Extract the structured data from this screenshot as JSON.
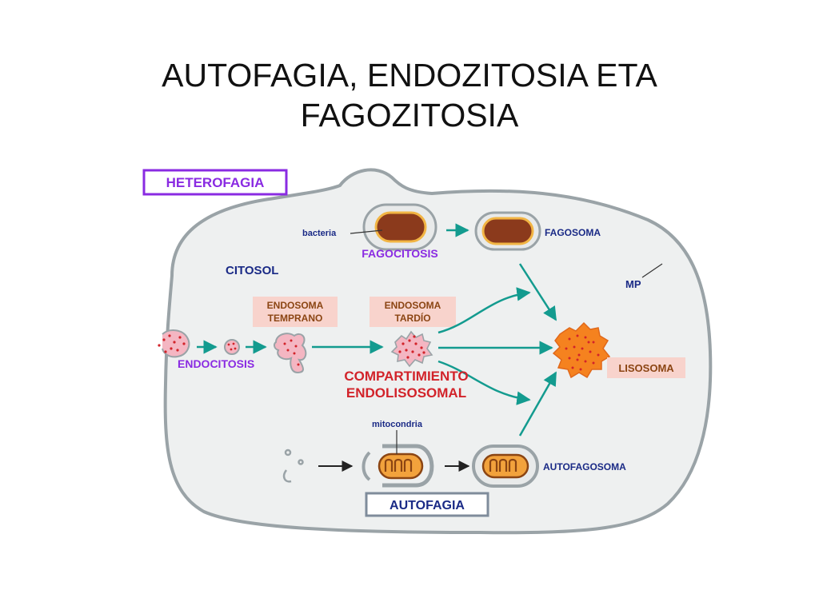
{
  "slide": {
    "title_line1": "AUTOFAGIA, ENDOZITOSIA ETA",
    "title_line2": "FAGOZITOSIA"
  },
  "diagram": {
    "heterofagia": "HETEROFAGIA",
    "bacteria": "bacteria",
    "fagocitosis": "FAGOCITOSIS",
    "fagosoma": "FAGOSOMA",
    "citosol": "CITOSOL",
    "mp": "MP",
    "endosoma_temprano_1": "ENDOSOMA",
    "endosoma_temprano_2": "TEMPRANO",
    "endosoma_tardio_1": "ENDOSOMA",
    "endosoma_tardio_2": "TARDÍO",
    "endocitosis": "ENDOCITOSIS",
    "compartimiento_1": "COMPARTIMIENTO",
    "compartimiento_2": "ENDOLISOSOMAL",
    "lisosoma": "LISOSOMA",
    "mitocondria": "mitocondria",
    "autofagosoma": "AUTOFAGOSOMA",
    "autofagia": "AUTOFAGIA"
  },
  "colors": {
    "cytoplasm": "#eef0f0",
    "membrane": "#9aa3a7",
    "teal_arrow": "#139b8f",
    "purple": "#8a2be2",
    "navy": "#1a2a86",
    "red": "#d2232a",
    "brown": "#8b4513",
    "salmon_box": "#f8d3cc",
    "lysosome": "#f5821f",
    "endosome_pink": "#f4b6c2",
    "mito_orange": "#f2a23c",
    "autofagia_border": "#7f8c9b"
  }
}
